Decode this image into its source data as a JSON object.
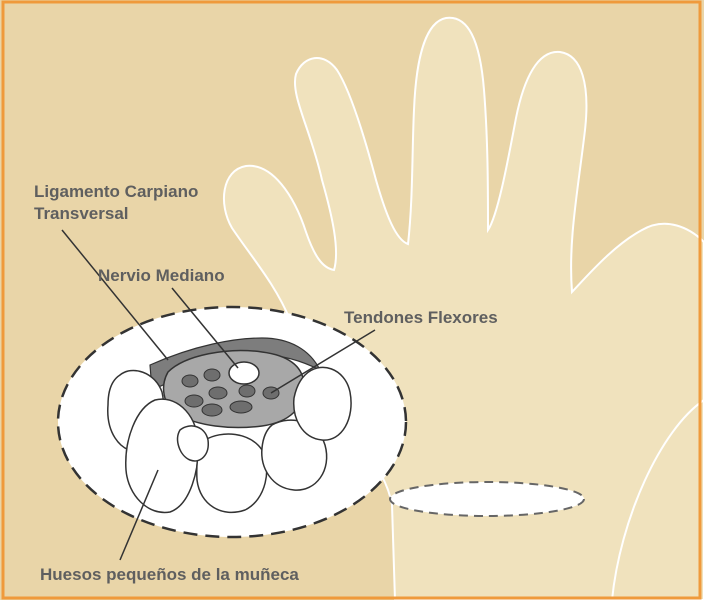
{
  "labels": {
    "ligament_line1": "Ligamento Carpiano",
    "ligament_line2": "Transversal",
    "median_nerve": "Nervio Mediano",
    "flexor_tendons": "Tendones Flexores",
    "wrist_bones": "Huesos pequeños de la muñeca"
  },
  "colors": {
    "background": "#e9d5a8",
    "hand_fill": "#f0e2bd",
    "border": "#ef9a3c",
    "label_text": "#5f5f5f",
    "ligament": "#7d7d7d",
    "tunnel": "#a8a8a8"
  }
}
